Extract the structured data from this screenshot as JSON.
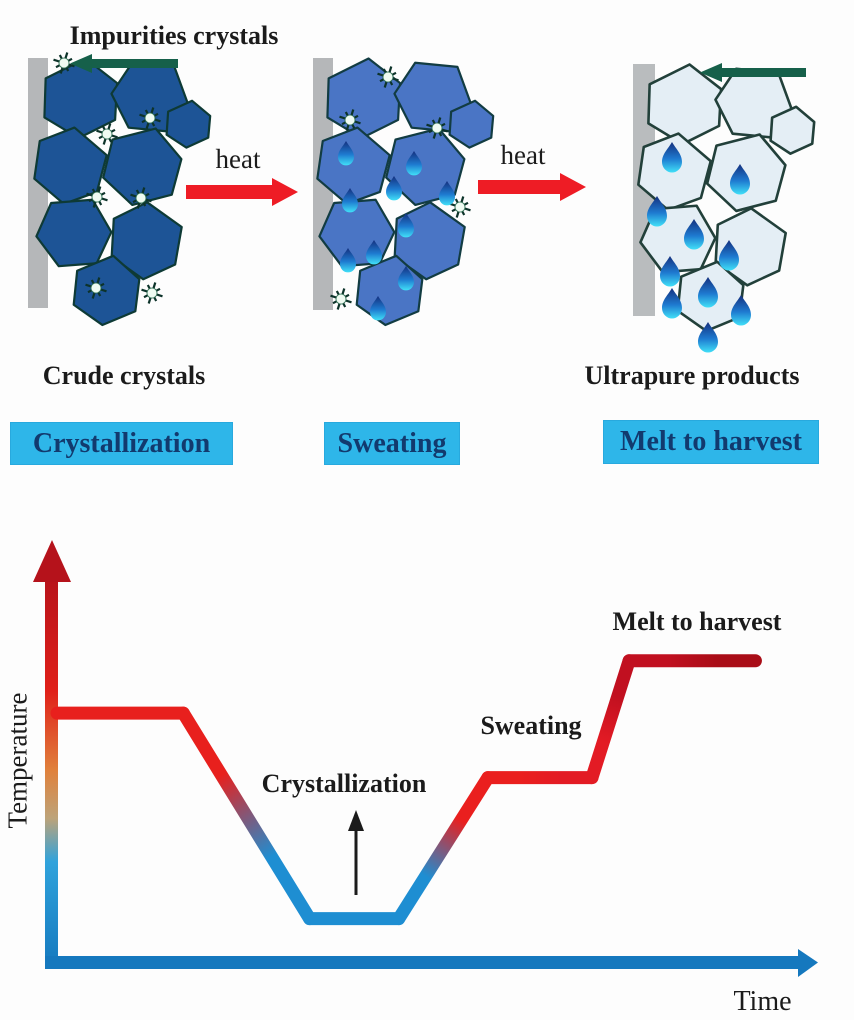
{
  "colors": {
    "crystal_dark_blue": "#1d5496",
    "crystal_medium_blue": "#4a75c5",
    "crystal_light_blue": "#e4eef5",
    "crystal_outline": "#11403a",
    "wall_gray": "#b5b7b9",
    "impurity_arrow_green": "#16604a",
    "heat_arrow_red": "#ee1c25",
    "stage_chip_bg": "#2eb6e9",
    "stage_chip_text": "#123a6e",
    "axis_x_blue": "#1578be",
    "axis_y_top_red": "#b5121b",
    "curve_red": "#e8201d",
    "curve_blue": "#1e8ed2",
    "curve_dark_red": "#a90d17",
    "droplet_top": "#14307e",
    "droplet_bottom": "#41e0f8"
  },
  "process_diagram": {
    "impurities_label": "Impurities crystals",
    "crude_label": "Crude crystals",
    "ultrapure_label": "Ultrapure products",
    "heat_labels": [
      "heat",
      "heat"
    ],
    "stages": [
      {
        "label": "Crystallization"
      },
      {
        "label": "Sweating"
      },
      {
        "label": "Melt to harvest"
      }
    ]
  },
  "chart_data": {
    "type": "line",
    "title": "",
    "xlabel": "Time",
    "ylabel": "Temperature",
    "grid": false,
    "legend": false,
    "axis_style": "qualitative arrow axes, no ticks or numeric scale; y-axis arrow shaded red(hot, top) to blue(cold, bottom), x-axis arrow blue",
    "annotations": [
      {
        "text": "Crystallization",
        "attached_to": "lowest plateau",
        "marker": "thin black up-arrow pointing from text toward low plateau"
      },
      {
        "text": "Sweating",
        "attached_to": "intermediate plateau"
      },
      {
        "text": "Melt to harvest",
        "attached_to": "highest plateau"
      }
    ],
    "series": [
      {
        "name": "temperature program",
        "x_normalized": [
          0,
          0.17,
          0.34,
          0.46,
          0.58,
          0.72,
          0.77,
          0.94
        ],
        "t_normalized": [
          0.62,
          0.62,
          0.11,
          0.11,
          0.46,
          0.46,
          0.75,
          0.75
        ],
        "point_colors": [
          "#e8201d",
          "#e8201d",
          "#1e8ed2",
          "#1e8ed2",
          "#ea1f1e",
          "#e31b24",
          "#c11020",
          "#a90d17"
        ],
        "segments": [
          "initial hot hold",
          "cooling ramp (red fades to blue)",
          "crystallization hold at lowest temperature",
          "heating ramp (blue fades to red)",
          "sweating hold at intermediate temperature",
          "fast heating ramp",
          "melt-to-harvest hold at highest temperature"
        ]
      }
    ]
  }
}
